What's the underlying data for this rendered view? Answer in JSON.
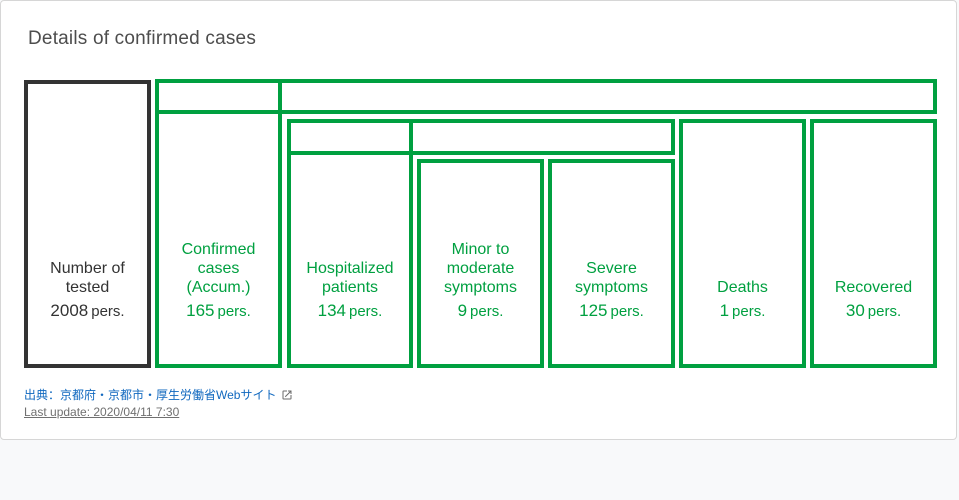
{
  "card": {
    "title": "Details of confirmed cases"
  },
  "tested": {
    "label_lines": [
      "Number of",
      "tested"
    ],
    "value": "2008",
    "unit": "pers."
  },
  "confirmed": {
    "label_lines": [
      "Confirmed",
      "cases",
      "(Accum.)"
    ],
    "value": "165",
    "unit": "pers."
  },
  "hospitalized": {
    "label_lines": [
      "Hospitalized",
      "patients"
    ],
    "value": "134",
    "unit": "pers."
  },
  "minor": {
    "label_lines": [
      "Minor to",
      "moderate",
      "symptoms"
    ],
    "value": "9",
    "unit": "pers."
  },
  "severe": {
    "label_lines": [
      "Severe",
      "symptoms"
    ],
    "value": "125",
    "unit": "pers."
  },
  "deaths": {
    "label_lines": [
      "Deaths"
    ],
    "value": "1",
    "unit": "pers."
  },
  "recovered": {
    "label_lines": [
      "Recovered"
    ],
    "value": "30",
    "unit": "pers."
  },
  "footer": {
    "source": "出典：京都府・京都市・厚生労働省Webサイト",
    "last_update": "Last update: 2020/04/11 7:30",
    "icon": "external-link-icon"
  },
  "colors": {
    "green": "#00a040",
    "black": "#333333",
    "link": "#1068bf"
  }
}
